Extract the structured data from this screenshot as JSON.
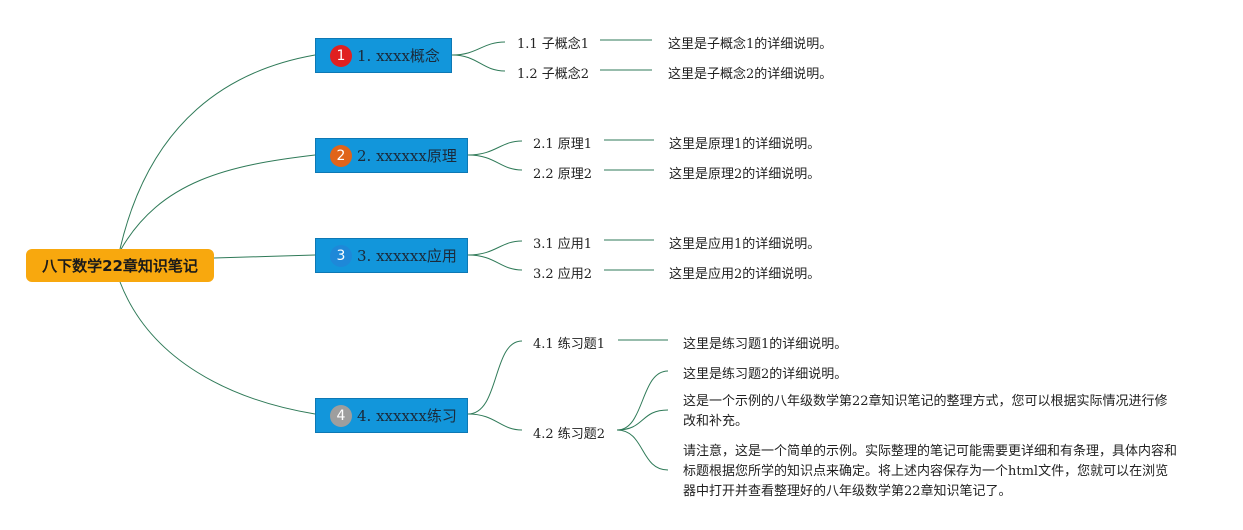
{
  "root": {
    "label": "八下数学22章知识笔记",
    "color": "#f8a80e"
  },
  "colors": {
    "branch": "#1296db",
    "link": "#2f7a58",
    "badge_red": "#e02020",
    "badge_orange": "#e0641a",
    "badge_blue": "#1e88d8",
    "badge_gray": "#9e9e9e"
  },
  "branches": [
    {
      "number": "1",
      "badge_color": "#e02020",
      "label": "1. xxxx概念",
      "children": [
        {
          "label": "1.1 子概念1",
          "detail": "这里是子概念1的详细说明。"
        },
        {
          "label": "1.2 子概念2",
          "detail": "这里是子概念2的详细说明。"
        }
      ]
    },
    {
      "number": "2",
      "badge_color": "#e0641a",
      "label": "2. xxxxxx原理",
      "children": [
        {
          "label": "2.1 原理1",
          "detail": "这里是原理1的详细说明。"
        },
        {
          "label": "2.2 原理2",
          "detail": "这里是原理2的详细说明。"
        }
      ]
    },
    {
      "number": "3",
      "badge_color": "#1e88d8",
      "label": "3. xxxxxx应用",
      "children": [
        {
          "label": "3.1 应用1",
          "detail": "这里是应用1的详细说明。"
        },
        {
          "label": "3.2 应用2",
          "detail": "这里是应用2的详细说明。"
        }
      ]
    },
    {
      "number": "4",
      "badge_color": "#9e9e9e",
      "label": "4. xxxxxx练习",
      "children": [
        {
          "label": "4.1 练习题1",
          "detail": "这里是练习题1的详细说明。"
        },
        {
          "label": "4.2 练习题2",
          "details": [
            "这里是练习题2的详细说明。",
            "这是一个示例的八年级数学第22章知识笔记的整理方式，您可以根据实际情况进行修改和补充。",
            "请注意，这是一个简单的示例。实际整理的笔记可能需要更详细和有条理，具体内容和标题根据您所学的知识点来确定。将上述内容保存为一个html文件，您就可以在浏览器中打开并查看整理好的八年级数学第22章知识笔记了。"
          ]
        }
      ]
    }
  ]
}
